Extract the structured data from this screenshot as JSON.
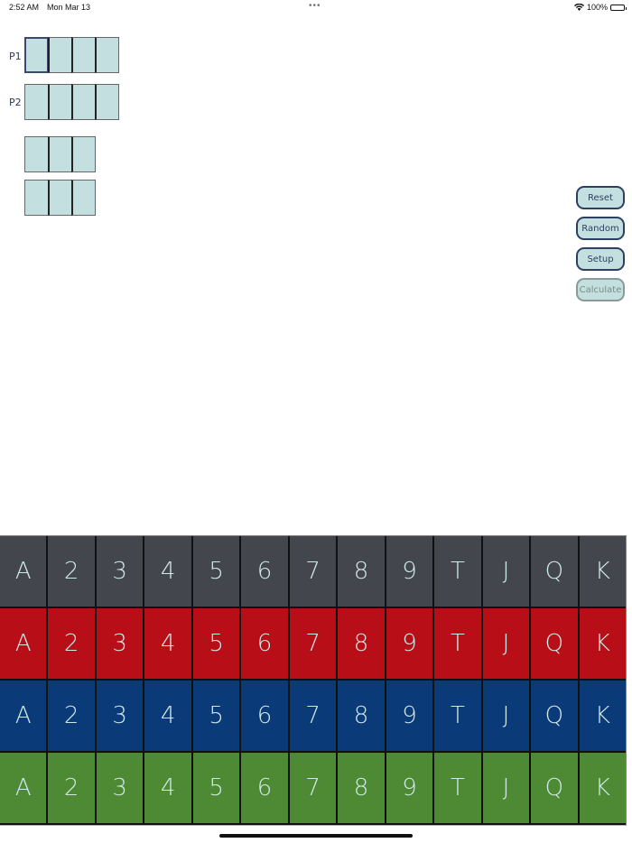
{
  "status_bar": {
    "time": "2:52 AM",
    "date": "Mon Mar 13",
    "dots": "•••",
    "battery": "100%"
  },
  "players": [
    {
      "label": "P1",
      "slots": 4,
      "selected": 0
    },
    {
      "label": "P2",
      "slots": 4,
      "selected": -1
    }
  ],
  "board": [
    {
      "slots": 3
    },
    {
      "slots": 3
    }
  ],
  "buttons": {
    "reset": "Reset",
    "random": "Random",
    "setup": "Setup",
    "calculate": "Calculate"
  },
  "ranks": [
    "A",
    "2",
    "3",
    "4",
    "5",
    "6",
    "7",
    "8",
    "9",
    "T",
    "J",
    "Q",
    "K"
  ],
  "suits": [
    {
      "name": "spades",
      "color": "#43464d"
    },
    {
      "name": "hearts",
      "color": "#b70e17"
    },
    {
      "name": "diamonds",
      "color": "#0a3a78"
    },
    {
      "name": "clubs",
      "color": "#4e8a33"
    }
  ]
}
